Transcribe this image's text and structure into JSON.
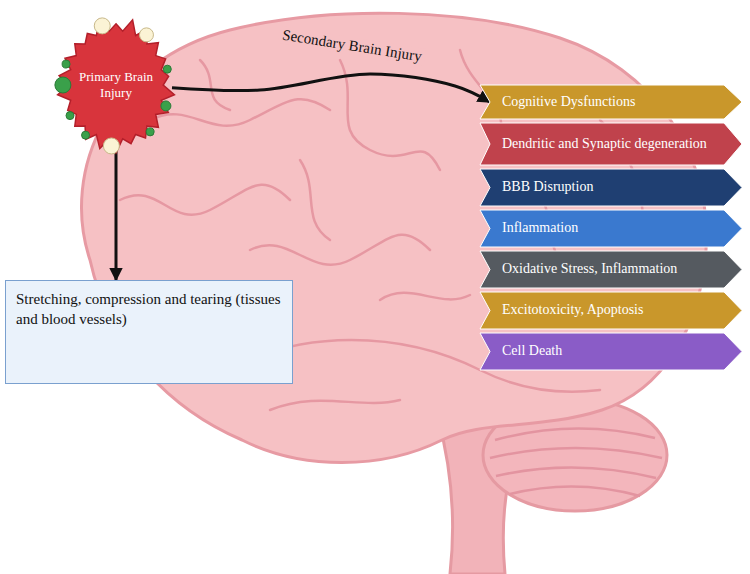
{
  "diagram": {
    "nodes": [
      {
        "text": [
          "Primary Brain Injury"
        ]
      },
      {
        "text": [
          "Stretching, compression and tearing (tissues and blood vessels)"
        ]
      },
      {
        "text": [
          "Cognitive Dysfunctions"
        ]
      },
      {
        "text": [
          "Dendritic and Synaptic degeneration"
        ]
      },
      {
        "text": [
          "BBB Disruption"
        ]
      },
      {
        "text": [
          "Inflammation"
        ]
      },
      {
        "text": [
          "Oxidative Stress, Inflammation"
        ]
      },
      {
        "text": [
          "Excitotoxicity, Apoptosis"
        ]
      },
      {
        "text": [
          "Cell Death"
        ]
      }
    ],
    "edges": [
      {
        "from": 0,
        "to": 1,
        "arrow": "to"
      },
      {
        "from": 0,
        "to": 2,
        "label": "Secondary Brain Injury",
        "arrow": "to"
      }
    ]
  }
}
